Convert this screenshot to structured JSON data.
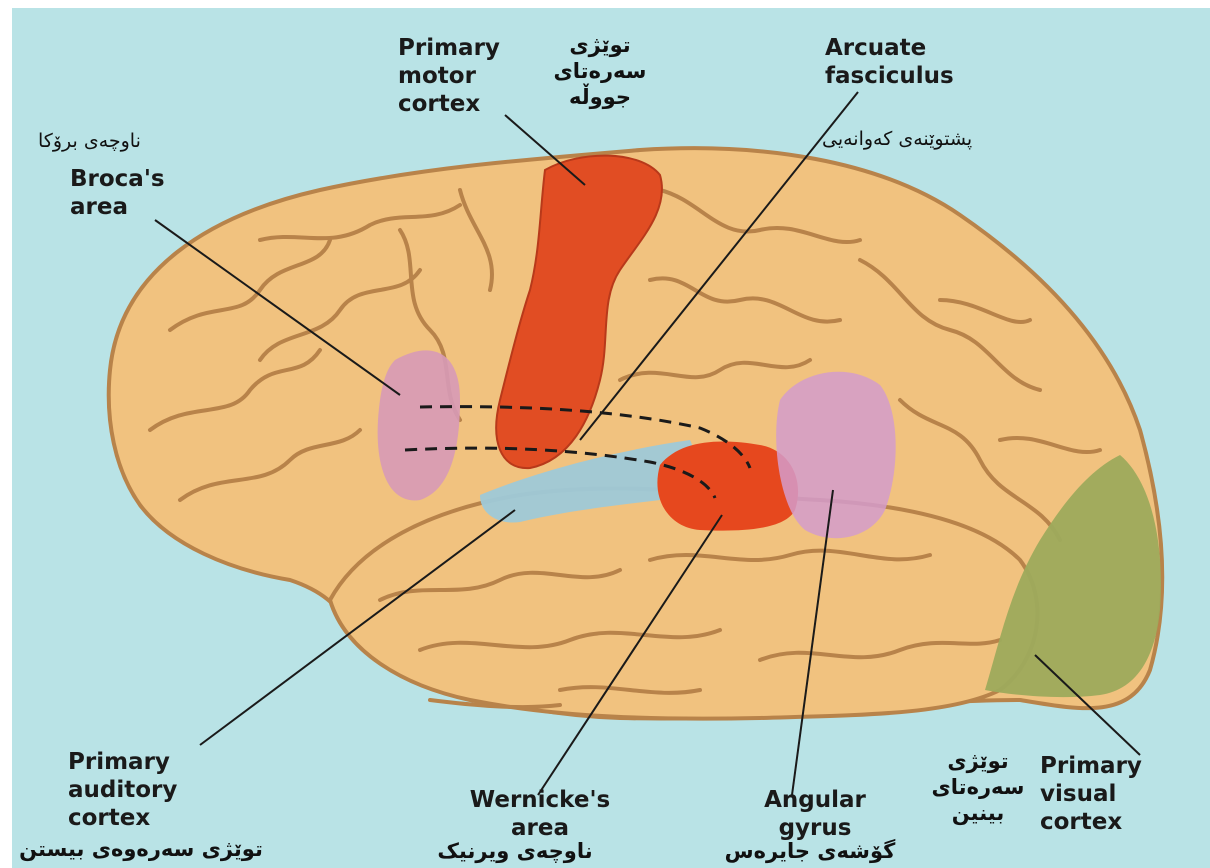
{
  "colors": {
    "background": "#b9e3e6",
    "brain": "#f1c27f",
    "brain_outline": "#b8834a",
    "motor_cortex": "#e14d23",
    "wernicke": "#e6481e",
    "broca": "#d79ab7",
    "angular": "#d49ccb",
    "auditory": "#9ec9d8",
    "visual": "#9daa5c"
  },
  "labels": {
    "motor_en": [
      "Primary",
      "motor",
      "cortex"
    ],
    "motor_ku": [
      "توێژی",
      "سەرەتای",
      "جووڵە"
    ],
    "arcuate_en": [
      "Arcuate",
      "fasciculus"
    ],
    "arcuate_ku": "پشتوێنەی کەوانەیی",
    "broca_ku": "ناوچەی برۆکا",
    "broca_en": [
      "Broca's",
      "area"
    ],
    "auditory_en": [
      "Primary",
      "auditory",
      "cortex"
    ],
    "auditory_ku": "توێژی سەرەوەی بیستن",
    "wernicke_en": [
      "Wernicke's",
      "area"
    ],
    "wernicke_ku": "ناوچەی ویرنیک",
    "angular_en": [
      "Angular",
      "gyrus"
    ],
    "angular_ku": "گۆشەی جایرەس",
    "visual_ku": [
      "توێژی",
      "سەرەتای",
      "بینین"
    ],
    "visual_en": [
      "Primary",
      "visual",
      "cortex"
    ]
  },
  "icons": [
    "brain-illustration"
  ]
}
